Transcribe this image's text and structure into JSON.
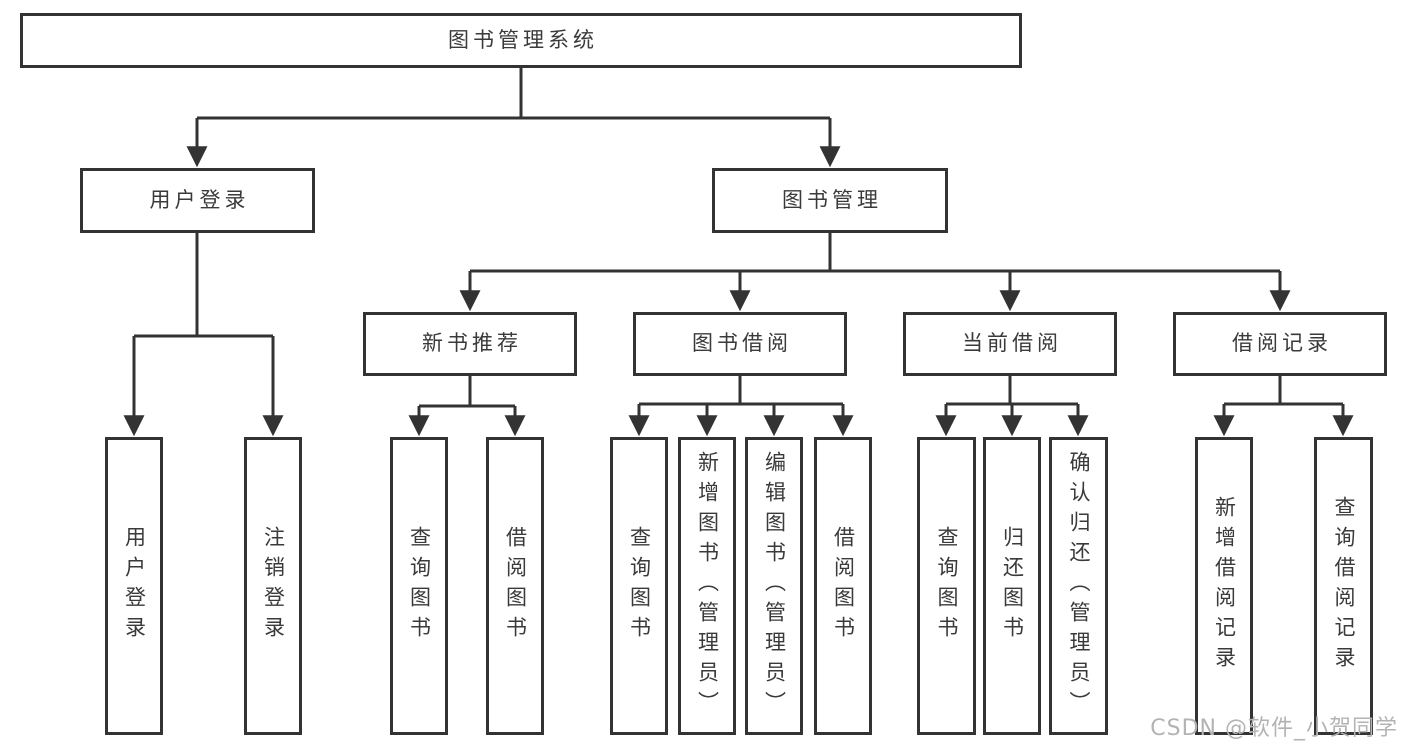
{
  "watermark": "CSDN @软件_小贺同学",
  "colors": {
    "line": "#333333",
    "text": "#3a3a3a",
    "watermark": "#b3b3b3",
    "background": "#ffffff"
  },
  "tree": {
    "label": "图书管理系统",
    "children": [
      {
        "label": "用户登录",
        "children": [
          {
            "label": "用户登录"
          },
          {
            "label": "注销登录"
          }
        ]
      },
      {
        "label": "图书管理",
        "children": [
          {
            "label": "新书推荐",
            "children": [
              {
                "label": "查询图书"
              },
              {
                "label": "借阅图书"
              }
            ]
          },
          {
            "label": "图书借阅",
            "children": [
              {
                "label": "查询图书"
              },
              {
                "label": "新增图书（管理员）"
              },
              {
                "label": "编辑图书（管理员）"
              },
              {
                "label": "借阅图书"
              }
            ]
          },
          {
            "label": "当前借阅",
            "children": [
              {
                "label": "查询图书"
              },
              {
                "label": "归还图书"
              },
              {
                "label": "确认归还（管理员）"
              }
            ]
          },
          {
            "label": "借阅记录",
            "children": [
              {
                "label": "新增借阅记录"
              },
              {
                "label": "查询借阅记录"
              }
            ]
          }
        ]
      }
    ]
  }
}
